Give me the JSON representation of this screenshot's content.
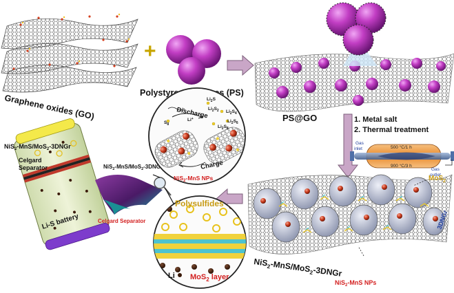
{
  "colors": {
    "arrow_fill": "#c9a6c7",
    "arrow_stroke": "#7d5f7b",
    "ps_sphere": "#c23ec4",
    "ps_sphere_dark": "#7a1e84",
    "graphene_line": "#5a5a5a",
    "mos2_yellow": "#f0d23c",
    "mos2_cyan": "#4dc3cf",
    "nis2_red": "#cc3b1e",
    "battery_body": "#e6ecc8",
    "battery_cap": "#f4e94a",
    "battery_base": "#7d3ccc",
    "separator_purple": "#6b2a80",
    "separator_teal": "#1a8f94",
    "label_red": "#d32020",
    "label_gold": "#c69a12",
    "label_blue": "#1e3c9c",
    "furnace_orange": "#f0a24a"
  },
  "labels": {
    "go": "Graphene oxides (GO)",
    "plus": "+",
    "ps": "Polystyrene spheres (PS)",
    "ps_go": "PS@GO",
    "step1": "1. Metal salt",
    "step2": "2. Thermal treatment",
    "temp1": "500 °C/1 h",
    "temp2": "900 °C/3 h",
    "gas_inlet_1": "Gas",
    "gas_inlet_2": "inlet",
    "gas_outlet_1": "Gas",
    "gas_outlet_2": "outlet",
    "mos2_prefix": "MoS",
    "mos2_sub": "2",
    "threedngr": "3DNGr",
    "product_a": "NiS",
    "product_sub1": "2",
    "product_b": "-MnS/MoS",
    "product_sub2": "2",
    "product_c": "-3DNGr",
    "nps_a": "NiS",
    "nps_sub": "2",
    "nps_b": "-MnS NPs",
    "battery_label_a": "NiS",
    "battery_label_sub1": "2",
    "battery_label_b": "-MnS/MoS",
    "battery_label_sub2": "2",
    "battery_label_c": "-3DNGr",
    "celgard_1": "Celgard",
    "celgard_2": "Separator",
    "lis_battery": "Li-S battery",
    "flap_label_a": "NiS",
    "flap_label_sub1": "2",
    "flap_label_b": "-MnS/MoS",
    "flap_label_sub2": "2",
    "flap_label_c": "-3DNG",
    "celgard_sep": "Celgard Separator",
    "discharge": "Discharge",
    "charge": "Charge",
    "li_plus": "Li",
    "li_plus_sup": "+",
    "li2s": "Li",
    "li2s_sub": "2",
    "li2s_s": "S",
    "li2s2_s": "S",
    "li2s2_sub2": "2",
    "li2s4_s": "S",
    "li2s4_sub2": "4",
    "li2s6_s": "S",
    "li2s6_sub2": "6",
    "li2s8_s": "S",
    "li2s8_sub2": "8",
    "s8": "S",
    "s8_sub": "8",
    "nis2mns_nps_a": "NiS",
    "nis2mns_nps_sub": "2",
    "nis2mns_nps_b": "-MnS NPs",
    "polysulfides": "Polysulfides",
    "li_legend": "Li",
    "mos2_layer_a": "MoS",
    "mos2_layer_sub": "2",
    "mos2_layer_b": " layer"
  }
}
